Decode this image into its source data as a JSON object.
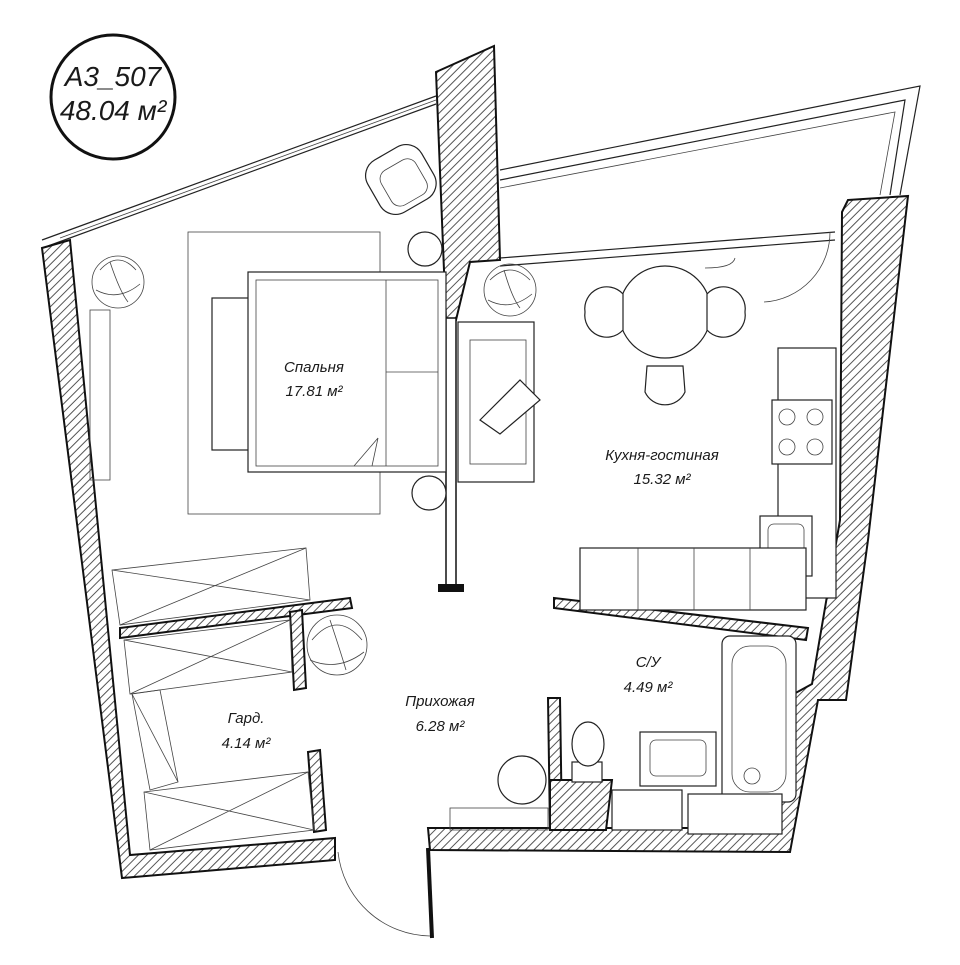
{
  "unit": {
    "code": "А3_507",
    "total_area": "48.04 м²"
  },
  "rooms": [
    {
      "id": "bedroom",
      "name": "Спальня",
      "area": "17.81 м²"
    },
    {
      "id": "kitchen-living",
      "name": "Кухня-гостиная",
      "area": "15.32 м²"
    },
    {
      "id": "bathroom",
      "name": "С/У",
      "area": "4.49 м²"
    },
    {
      "id": "hallway",
      "name": "Прихожая",
      "area": "6.28 м²"
    },
    {
      "id": "wardrobe",
      "name": "Гард.",
      "area": "4.14 м²"
    }
  ],
  "colors": {
    "wall_hatch": "#555555",
    "line": "#222222",
    "background": "#ffffff"
  },
  "icons": [
    "armchair-icon",
    "plant-icon",
    "bed-icon",
    "sofa-icon",
    "dining-table-icon",
    "stove-icon",
    "sink-icon",
    "toilet-icon",
    "bathtub-icon",
    "door-swing-icon"
  ]
}
